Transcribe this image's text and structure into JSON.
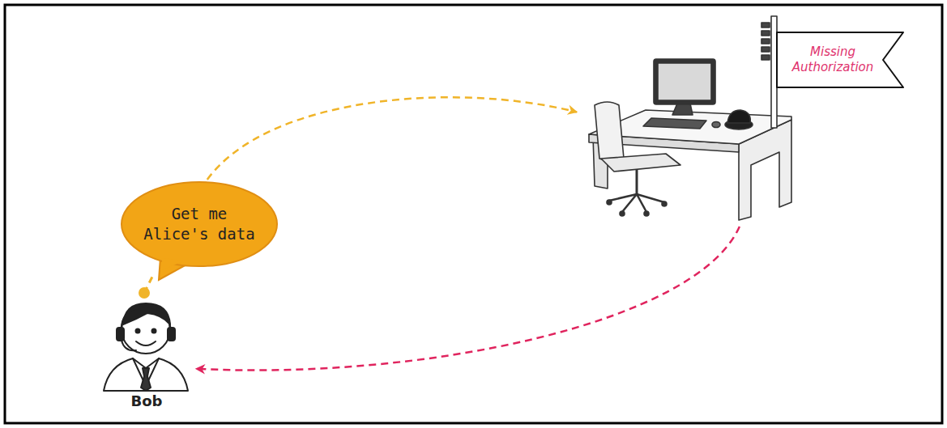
{
  "diagram": {
    "nodes": [
      {
        "text": [
          "Get me Alice's data"
        ]
      },
      {
        "text": [
          "Missing Authorization"
        ]
      },
      {
        "text": [
          "Bob"
        ]
      }
    ],
    "edges": [
      {
        "from": 0,
        "to": 1,
        "arrow": "to"
      },
      {
        "from": 1,
        "to": 2,
        "arrow": "to"
      }
    ]
  }
}
